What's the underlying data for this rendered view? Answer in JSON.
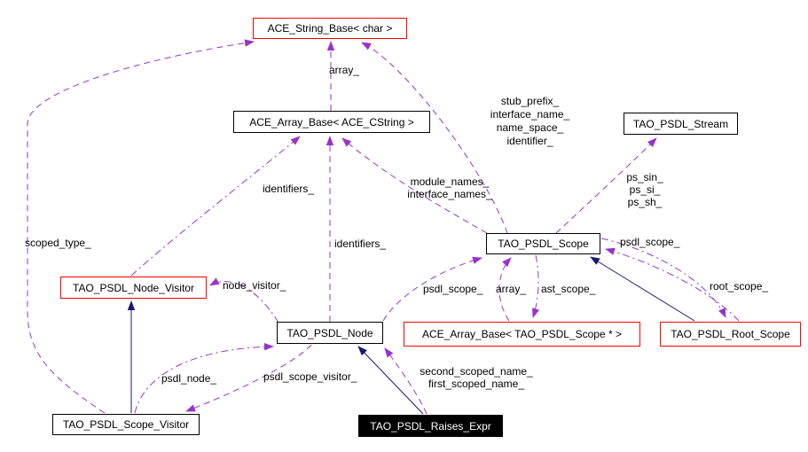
{
  "diagram": {
    "type": "doxygen-collaboration-graph",
    "colors": {
      "collaboration_edge": "#9932cc",
      "inheritance_edge": "#191970",
      "node_border": "#000000",
      "template_node_border": "#ff0000",
      "current_node_bg": "#000000",
      "current_node_text": "#ffffff",
      "background": "#ffffff"
    },
    "nodes": {
      "ace_string_base": {
        "label": "ACE_String_Base< char >"
      },
      "ace_array_base_cstring": {
        "label": "ACE_Array_Base< ACE_CString >"
      },
      "tao_psdl_stream": {
        "label": "TAO_PSDL_Stream"
      },
      "tao_psdl_scope": {
        "label": "TAO_PSDL_Scope"
      },
      "tao_psdl_node_visitor": {
        "label": "TAO_PSDL_Node_Visitor"
      },
      "tao_psdl_node": {
        "label": "TAO_PSDL_Node"
      },
      "ace_array_base_scope": {
        "label": "ACE_Array_Base< TAO_PSDL_Scope * >"
      },
      "tao_psdl_root_scope": {
        "label": "TAO_PSDL_Root_Scope"
      },
      "tao_psdl_scope_visitor": {
        "label": "TAO_PSDL_Scope_Visitor"
      },
      "tao_psdl_raises_expr": {
        "label": "TAO_PSDL_Raises_Expr"
      }
    },
    "edge_labels": {
      "array_top": "array_",
      "stub_block": {
        "l1": "stub_prefix_",
        "l2": "interface_name_",
        "l3": "name_space_",
        "l4": "identifier_"
      },
      "identifiers_left": "identifiers_",
      "identifiers_center": "identifiers_",
      "module_block": {
        "l1": "module_names_",
        "l2": "interface_names_"
      },
      "ps_block": {
        "l1": "ps_sin_",
        "l2": "ps_si_",
        "l3": "ps_sh_"
      },
      "scoped_type": "scoped_type_",
      "node_visitor": "node_visitor_",
      "psdl_scope_right": "psdl_scope_",
      "psdl_scope_bottom": "psdl_scope_",
      "array_mid": "array_",
      "ast_scope": "ast_scope_",
      "root_scope": "root_scope_",
      "psdl_node": "psdl_node_",
      "psdl_scope_visitor": "psdl_scope_visitor_",
      "scoped_names_block": {
        "l1": "second_scoped_name_",
        "l2": "first_scoped_name_"
      }
    },
    "edges": [
      {
        "from": "ACE_Array_Base< ACE_CString >",
        "to": "ACE_String_Base< char >",
        "label": "array_",
        "type": "collaboration"
      },
      {
        "from": "TAO_PSDL_Scope",
        "to": "ACE_String_Base< char >",
        "label": "stub_prefix_ interface_name_ name_space_ identifier_",
        "type": "collaboration"
      },
      {
        "from": "TAO_PSDL_Scope_Visitor",
        "to": "ACE_String_Base< char >",
        "label": "scoped_type_",
        "type": "collaboration"
      },
      {
        "from": "TAO_PSDL_Node_Visitor",
        "to": "ACE_Array_Base< ACE_CString >",
        "label": "identifiers_",
        "type": "collaboration"
      },
      {
        "from": "TAO_PSDL_Node",
        "to": "ACE_Array_Base< ACE_CString >",
        "label": "identifiers_",
        "type": "collaboration"
      },
      {
        "from": "TAO_PSDL_Scope",
        "to": "ACE_Array_Base< ACE_CString >",
        "label": "module_names_ interface_names_",
        "type": "collaboration"
      },
      {
        "from": "TAO_PSDL_Scope",
        "to": "TAO_PSDL_Stream",
        "label": "ps_sin_ ps_si_ ps_sh_",
        "type": "collaboration"
      },
      {
        "from": "TAO_PSDL_Node",
        "to": "TAO_PSDL_Scope",
        "label": "psdl_scope_",
        "type": "collaboration"
      },
      {
        "from": "ACE_Array_Base< TAO_PSDL_Scope * >",
        "to": "TAO_PSDL_Scope",
        "label": "array_",
        "type": "collaboration"
      },
      {
        "from": "TAO_PSDL_Scope",
        "to": "ACE_Array_Base< TAO_PSDL_Scope * >",
        "label": "ast_scope_",
        "type": "collaboration"
      },
      {
        "from": "TAO_PSDL_Root_Scope",
        "to": "TAO_PSDL_Scope",
        "label": "psdl_scope_",
        "type": "collaboration"
      },
      {
        "from": "TAO_PSDL_Scope",
        "to": "TAO_PSDL_Root_Scope",
        "label": "root_scope_",
        "type": "collaboration"
      },
      {
        "from": "TAO_PSDL_Node",
        "to": "TAO_PSDL_Node_Visitor",
        "label": "node_visitor_",
        "type": "collaboration"
      },
      {
        "from": "TAO_PSDL_Scope_Visitor",
        "to": "TAO_PSDL_Node",
        "label": "psdl_node_",
        "type": "collaboration"
      },
      {
        "from": "TAO_PSDL_Node",
        "to": "TAO_PSDL_Scope_Visitor",
        "label": "psdl_scope_visitor_",
        "type": "collaboration"
      },
      {
        "from": "TAO_PSDL_Raises_Expr",
        "to": "TAO_PSDL_Node",
        "label": "second_scoped_name_ first_scoped_name_",
        "type": "collaboration"
      },
      {
        "from": "TAO_PSDL_Scope_Visitor",
        "to": "TAO_PSDL_Node_Visitor",
        "label": "",
        "type": "inheritance"
      },
      {
        "from": "TAO_PSDL_Raises_Expr",
        "to": "TAO_PSDL_Node",
        "label": "",
        "type": "inheritance"
      },
      {
        "from": "TAO_PSDL_Root_Scope",
        "to": "TAO_PSDL_Scope",
        "label": "",
        "type": "inheritance"
      }
    ]
  }
}
